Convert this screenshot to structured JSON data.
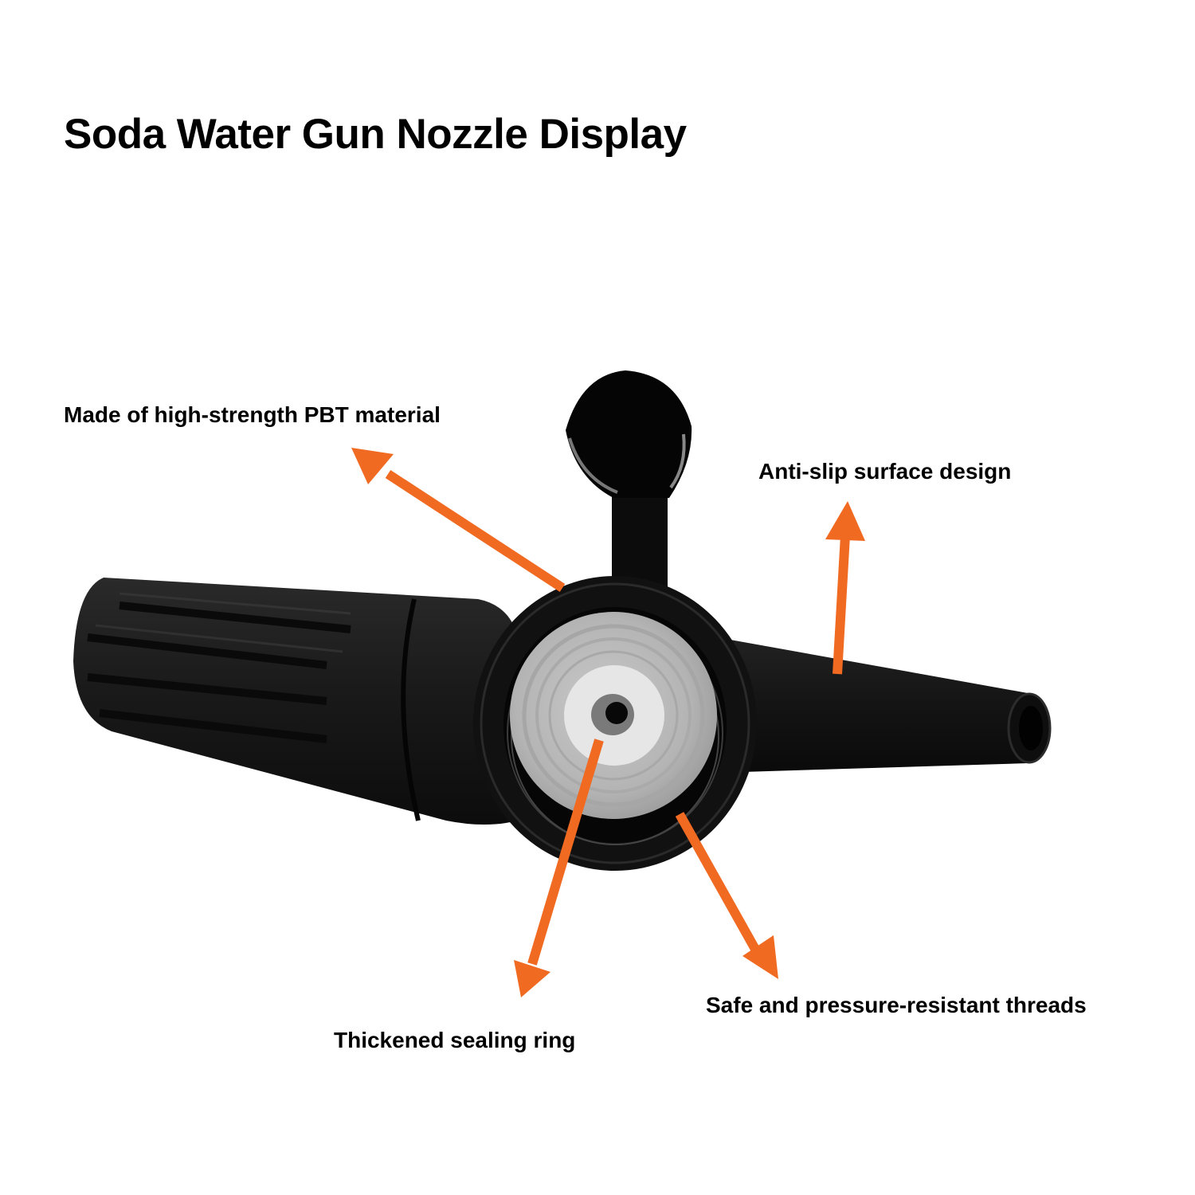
{
  "title": "Soda Water Gun Nozzle Display",
  "callouts": [
    {
      "id": "pbt",
      "text": "Made of high-strength PBT material"
    },
    {
      "id": "antislip",
      "text": "Anti-slip surface design"
    },
    {
      "id": "threads",
      "text": "Safe and pressure-resistant threads"
    },
    {
      "id": "seal",
      "text": "Thickened sealing ring"
    }
  ],
  "colors": {
    "arrow": "#F06A22",
    "product": "#141414",
    "background": "#FFFFFF"
  },
  "product": {
    "name": "soda water gun nozzle",
    "parts": [
      "grip-handle",
      "lever-trigger",
      "threaded-socket",
      "sealing-ring",
      "spout"
    ]
  }
}
